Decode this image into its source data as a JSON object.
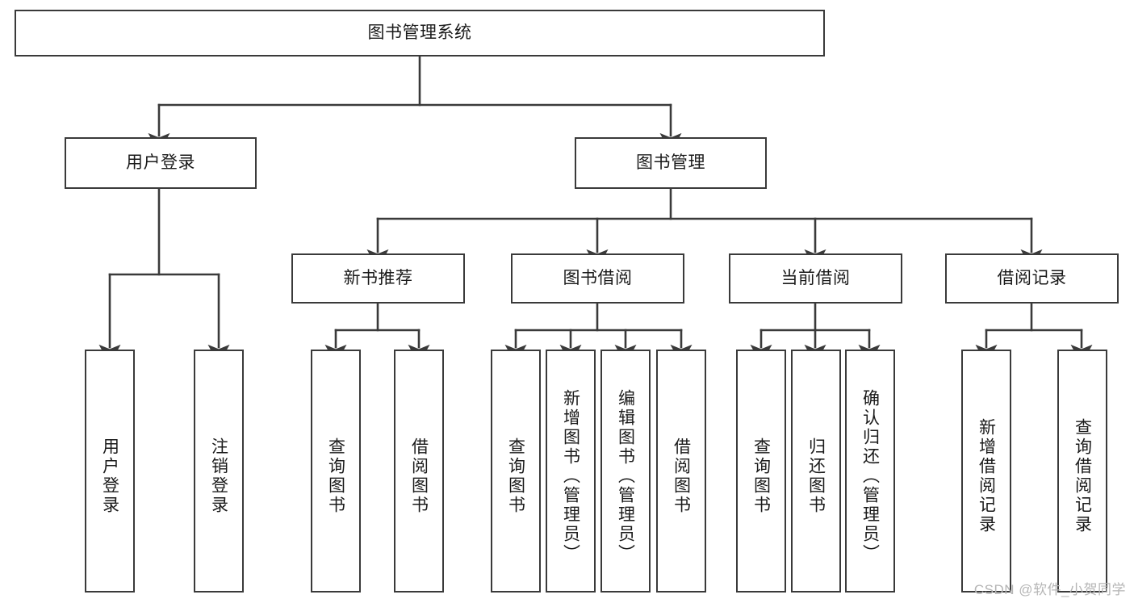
{
  "diagram": {
    "type": "tree",
    "title": "图书管理系统",
    "root": {
      "id": "root",
      "label": "图书管理系统",
      "orientation": "horizontal"
    },
    "level2": [
      {
        "id": "user-login",
        "label": "用户登录",
        "orientation": "horizontal"
      },
      {
        "id": "book-manage",
        "label": "图书管理",
        "orientation": "horizontal"
      }
    ],
    "level3": [
      {
        "id": "new-book-recommend",
        "label": "新书推荐",
        "orientation": "horizontal"
      },
      {
        "id": "book-borrow",
        "label": "图书借阅",
        "orientation": "horizontal"
      },
      {
        "id": "current-borrow",
        "label": "当前借阅",
        "orientation": "horizontal"
      },
      {
        "id": "borrow-record",
        "label": "借阅记录",
        "orientation": "horizontal"
      }
    ],
    "leaves": {
      "user_login": [
        {
          "id": "leaf-user-login",
          "label": "用户登录",
          "orientation": "vertical"
        },
        {
          "id": "leaf-logout",
          "label": "注销登录",
          "orientation": "vertical"
        }
      ],
      "new_book_recommend": [
        {
          "id": "leaf-query-book-1",
          "label": "查询图书",
          "orientation": "vertical"
        },
        {
          "id": "leaf-borrow-book-1",
          "label": "借阅图书",
          "orientation": "vertical"
        }
      ],
      "book_borrow": [
        {
          "id": "leaf-query-book-2",
          "label": "查询图书",
          "orientation": "vertical"
        },
        {
          "id": "leaf-add-book",
          "label": "新增图书（管理员）",
          "orientation": "vertical"
        },
        {
          "id": "leaf-edit-book",
          "label": "编辑图书（管理员）",
          "orientation": "vertical"
        },
        {
          "id": "leaf-borrow-book-2",
          "label": "借阅图书",
          "orientation": "vertical"
        }
      ],
      "current_borrow": [
        {
          "id": "leaf-query-book-3",
          "label": "查询图书",
          "orientation": "vertical"
        },
        {
          "id": "leaf-return-book",
          "label": "归还图书",
          "orientation": "vertical"
        },
        {
          "id": "leaf-confirm-return",
          "label": "确认归还（管理员）",
          "orientation": "vertical"
        }
      ],
      "borrow_record": [
        {
          "id": "leaf-add-record",
          "label": "新增借阅记录",
          "orientation": "vertical"
        },
        {
          "id": "leaf-query-record",
          "label": "查询借阅记录",
          "orientation": "vertical"
        }
      ]
    },
    "colors": {
      "border": "#3a3a3a",
      "connector": "#3a3a3a",
      "background": "#ffffff",
      "text": "#1a1a1a",
      "watermark": "#b5b5b5"
    }
  },
  "watermark": {
    "text": "CSDN @软件_小贺同学"
  }
}
